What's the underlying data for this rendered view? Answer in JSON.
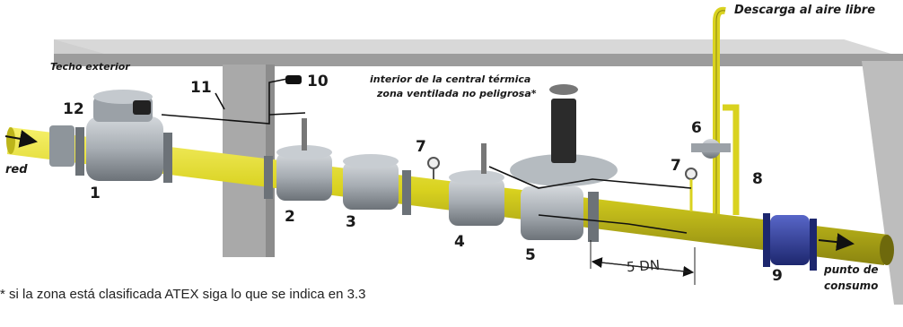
{
  "labels": {
    "descarga": "Descarga al aire libre",
    "techo": "Techo exterior",
    "interior_line1": "interior de la central térmica",
    "interior_line2": "zona ventilada no peligrosa*",
    "red": "red",
    "punto_line1": "punto de",
    "punto_line2": "consumo",
    "dimension": "5 DN"
  },
  "callouts": [
    "1",
    "2",
    "3",
    "4",
    "5",
    "6",
    "7",
    "7",
    "8",
    "9",
    "10",
    "11",
    "12"
  ],
  "footnote": "* si la zona está clasificada ATEX siga lo que se indica en 3.3",
  "colors": {
    "pipe": "#d9d21f",
    "body": "#a7adb3",
    "wall": "#a9a9a9",
    "flange_blue": "#2d3a9e"
  }
}
